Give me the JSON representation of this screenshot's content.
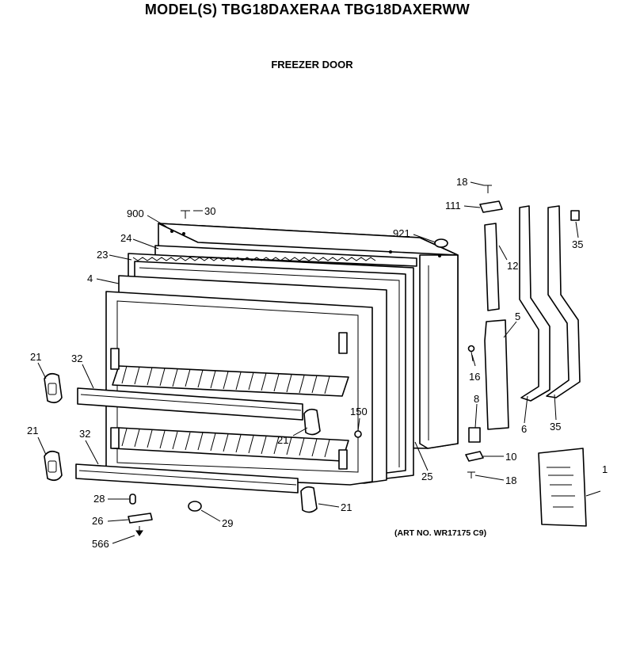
{
  "header": {
    "title": "MODEL(S) TBG18DAXERAA  TBG18DAXERWW",
    "subtitle": "FREEZER DOOR"
  },
  "art_number": "(ART NO. WR17175 C9)",
  "callouts": [
    {
      "id": "c-18-top",
      "label": "18"
    },
    {
      "id": "c-111",
      "label": "111"
    },
    {
      "id": "c-900",
      "label": "900"
    },
    {
      "id": "c-30",
      "label": "30"
    },
    {
      "id": "c-921",
      "label": "921"
    },
    {
      "id": "c-24",
      "label": "24"
    },
    {
      "id": "c-23",
      "label": "23"
    },
    {
      "id": "c-12",
      "label": "12"
    },
    {
      "id": "c-35-top",
      "label": "35"
    },
    {
      "id": "c-4",
      "label": "4"
    },
    {
      "id": "c-5",
      "label": "5"
    },
    {
      "id": "c-21-a",
      "label": "21"
    },
    {
      "id": "c-32-a",
      "label": "32"
    },
    {
      "id": "c-16",
      "label": "16"
    },
    {
      "id": "c-8",
      "label": "8"
    },
    {
      "id": "c-150",
      "label": "150"
    },
    {
      "id": "c-6",
      "label": "6"
    },
    {
      "id": "c-35-bot",
      "label": "35"
    },
    {
      "id": "c-21-b",
      "label": "21"
    },
    {
      "id": "c-21-c",
      "label": "21"
    },
    {
      "id": "c-32-b",
      "label": "32"
    },
    {
      "id": "c-10",
      "label": "10"
    },
    {
      "id": "c-25",
      "label": "25"
    },
    {
      "id": "c-18-bot",
      "label": "18"
    },
    {
      "id": "c-1",
      "label": "1"
    },
    {
      "id": "c-28",
      "label": "28"
    },
    {
      "id": "c-21-d",
      "label": "21"
    },
    {
      "id": "c-26",
      "label": "26"
    },
    {
      "id": "c-29",
      "label": "29"
    },
    {
      "id": "c-566",
      "label": "566"
    }
  ]
}
